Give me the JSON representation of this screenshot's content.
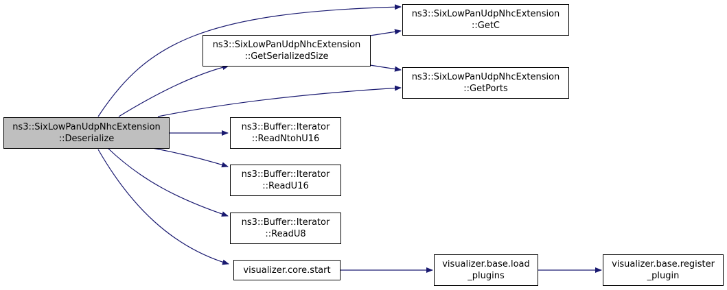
{
  "colors": {
    "edge": "#191970",
    "node_fill": "#ffffff",
    "root_fill": "#bfbfbf",
    "border": "#000000"
  },
  "nodes": {
    "deserialize": {
      "line1": "ns3::SixLowPanUdpNhcExtension",
      "line2": "::Deserialize"
    },
    "getserializedsize": {
      "line1": "ns3::SixLowPanUdpNhcExtension",
      "line2": "::GetSerializedSize"
    },
    "getc": {
      "line1": "ns3::SixLowPanUdpNhcExtension",
      "line2": "::GetC"
    },
    "getports": {
      "line1": "ns3::SixLowPanUdpNhcExtension",
      "line2": "::GetPorts"
    },
    "readntohu16": {
      "line1": "ns3::Buffer::Iterator",
      "line2": "::ReadNtohU16"
    },
    "readu16": {
      "line1": "ns3::Buffer::Iterator",
      "line2": "::ReadU16"
    },
    "readu8": {
      "line1": "ns3::Buffer::Iterator",
      "line2": "::ReadU8"
    },
    "corestart": {
      "line1": "visualizer.core.start"
    },
    "loadplugins": {
      "line1": "visualizer.base.load",
      "line2": "_plugins"
    },
    "registerplugin": {
      "line1": "visualizer.base.register",
      "line2": "_plugin"
    }
  }
}
